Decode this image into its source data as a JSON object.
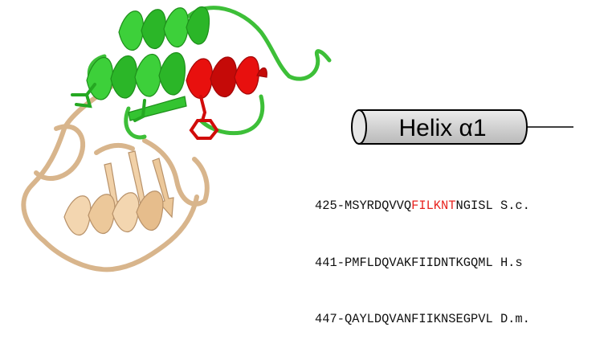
{
  "helix": {
    "label": "Helix α1"
  },
  "colors": {
    "green": "#2fc22b",
    "green_dark": "#1e8f1b",
    "red": "#e8100e",
    "red_dark": "#a30808",
    "tan": "#f1d1a8",
    "tan_dark": "#b8926a",
    "cylinder": "#d2d2d2",
    "highlight_text": "#e8231f"
  },
  "sequences": [
    {
      "position": "425",
      "before": "MSYRDQVVQ",
      "highlight": "FILKNT",
      "after": "NGISL",
      "species": "S.c."
    },
    {
      "position": "441",
      "before": "PMFLDQVAKFIIDNTKGQML",
      "highlight": "",
      "after": "",
      "species": "H.s"
    },
    {
      "position": "447",
      "before": "QAYLDQVANFIIKNSEGPVL",
      "highlight": "",
      "after": "",
      "species": "D.m."
    }
  ]
}
